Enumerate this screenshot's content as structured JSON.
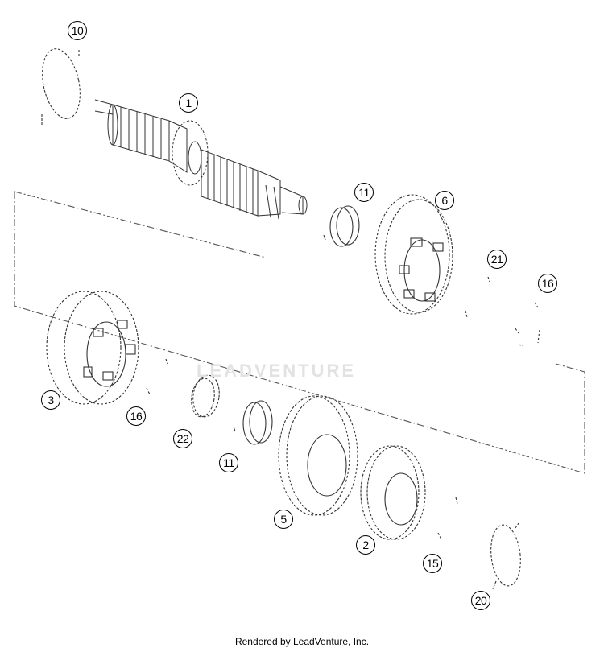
{
  "diagram": {
    "callouts": [
      {
        "id": "c10",
        "label": "10"
      },
      {
        "id": "c1",
        "label": "1"
      },
      {
        "id": "c11a",
        "label": "11"
      },
      {
        "id": "c6",
        "label": "6"
      },
      {
        "id": "c21",
        "label": "21"
      },
      {
        "id": "c16a",
        "label": "16"
      },
      {
        "id": "c3",
        "label": "3"
      },
      {
        "id": "c16b",
        "label": "16"
      },
      {
        "id": "c22",
        "label": "22"
      },
      {
        "id": "c11b",
        "label": "11"
      },
      {
        "id": "c5",
        "label": "5"
      },
      {
        "id": "c2",
        "label": "2"
      },
      {
        "id": "c15",
        "label": "15"
      },
      {
        "id": "c20",
        "label": "20"
      }
    ]
  },
  "watermark": "LEADVENTURE",
  "footer": "Rendered by LeadVenture, Inc."
}
